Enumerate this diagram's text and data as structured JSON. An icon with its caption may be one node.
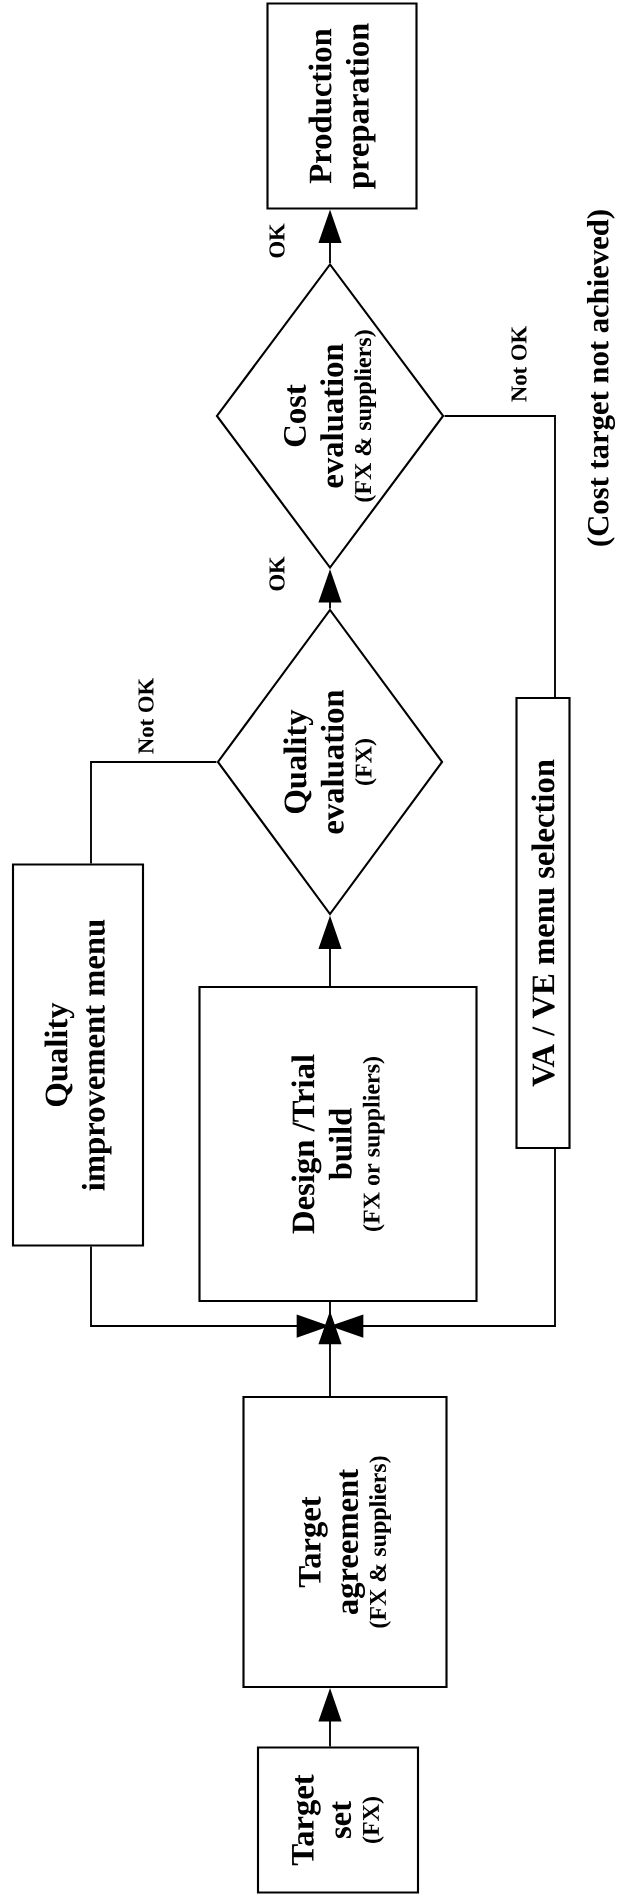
{
  "diagram": {
    "nodes": [
      {
        "text": [
          "Target set",
          "(FX)"
        ]
      },
      {
        "text": [
          "Target agreement",
          "(FX & suppliers)"
        ]
      },
      {
        "text": [
          "Quality improvement menu"
        ]
      },
      {
        "text": [
          "Design /Trial build",
          "(FX or suppliers)"
        ]
      },
      {
        "text": [
          "VA / VE menu selection"
        ]
      },
      {
        "text": [
          "Quality evaluation",
          "(FX)"
        ]
      },
      {
        "text": [
          "Cost evaluation",
          "(FX & suppliers)"
        ]
      },
      {
        "text": [
          "Production preparation"
        ]
      }
    ],
    "edges": [
      {
        "from": 0,
        "to": 1,
        "arrow": "to"
      },
      {
        "from": 1,
        "to": 3,
        "arrow": "to"
      },
      {
        "from": 2,
        "to": 3,
        "arrow": "to"
      },
      {
        "from": 4,
        "to": 3,
        "arrow": "to"
      },
      {
        "from": 3,
        "to": 5,
        "arrow": "to"
      },
      {
        "from": 5,
        "to": 6,
        "arrow": "to",
        "label": "OK"
      },
      {
        "from": 6,
        "to": 7,
        "arrow": "to",
        "label": "OK"
      },
      {
        "from": 5,
        "to": 2,
        "arrow": "none",
        "label": "Not OK"
      },
      {
        "from": 6,
        "to": 4,
        "arrow": "none",
        "label": "Not OK"
      }
    ],
    "labels": [
      "(Cost target not achieved)"
    ]
  }
}
